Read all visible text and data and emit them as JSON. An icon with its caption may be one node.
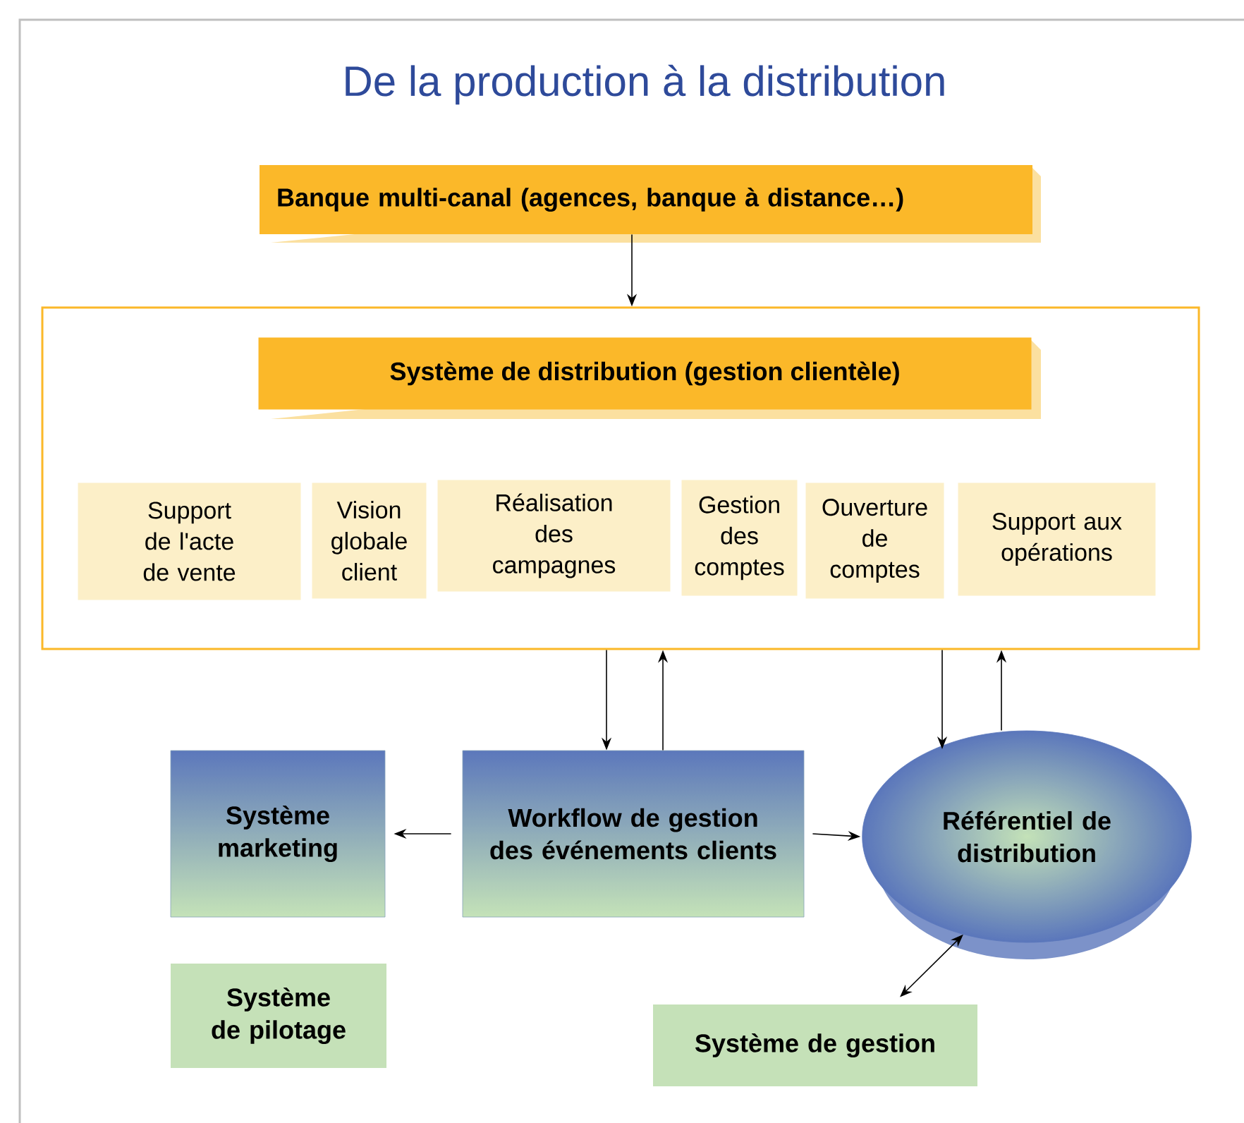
{
  "diagram": {
    "title": "De la production à la distribution",
    "nodes": [
      {
        "text": [
          "Banque multi-canal (agences, banque à distance…)"
        ]
      },
      {
        "text": [],
        "shape": "box"
      },
      {
        "text": [
          "Système de distribution (gestion clientèle)"
        ],
        "in": 1
      },
      {
        "text": [
          "Support de l'acte de vente"
        ],
        "in": 1
      },
      {
        "text": [
          "Vision globale client"
        ],
        "in": 1
      },
      {
        "text": [
          "Réalisation des campagnes"
        ],
        "in": 1
      },
      {
        "text": [
          "Gestion des comptes"
        ],
        "in": 1
      },
      {
        "text": [
          "Ouverture de comptes"
        ],
        "in": 1
      },
      {
        "text": [
          "Support aux opérations"
        ],
        "in": 1
      },
      {
        "text": [
          "Système marketing"
        ]
      },
      {
        "text": [
          "Workflow de gestion des événements clients"
        ]
      },
      {
        "text": [
          "Référentiel de distribution"
        ]
      },
      {
        "text": [
          "Système de pilotage"
        ]
      },
      {
        "text": [
          "Système de gestion"
        ]
      }
    ],
    "edges": [
      {
        "from": 0,
        "to": 1,
        "arrow": "to"
      },
      {
        "from": 1,
        "to": 10,
        "arrow": "to"
      },
      {
        "from": 10,
        "to": 1,
        "arrow": "to"
      },
      {
        "from": 1,
        "to": 11,
        "arrow": "to"
      },
      {
        "from": 11,
        "to": 1,
        "arrow": "to"
      },
      {
        "from": 10,
        "to": 9,
        "arrow": "to"
      },
      {
        "from": 10,
        "to": 11,
        "arrow": "to"
      },
      {
        "from": 11,
        "to": 13,
        "arrow": "both"
      }
    ]
  }
}
